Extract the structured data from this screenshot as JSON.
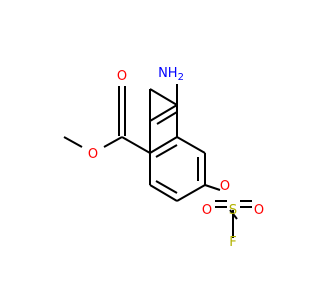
{
  "molecule": {
    "labels": {
      "carbonyl_o": "O",
      "ester_o": "O",
      "amine": "NH",
      "amine_sub": "2",
      "ring_o": "O",
      "sulfur": "S",
      "sulfonyl_o_left": "O",
      "sulfonyl_o_right": "O",
      "fluorine": "F"
    },
    "colors": {
      "bond": "#000000",
      "oxygen": "#ff0000",
      "nitrogen": "#0000ff",
      "sulfur": "#b2b200",
      "fluorine": "#b2b200"
    }
  }
}
